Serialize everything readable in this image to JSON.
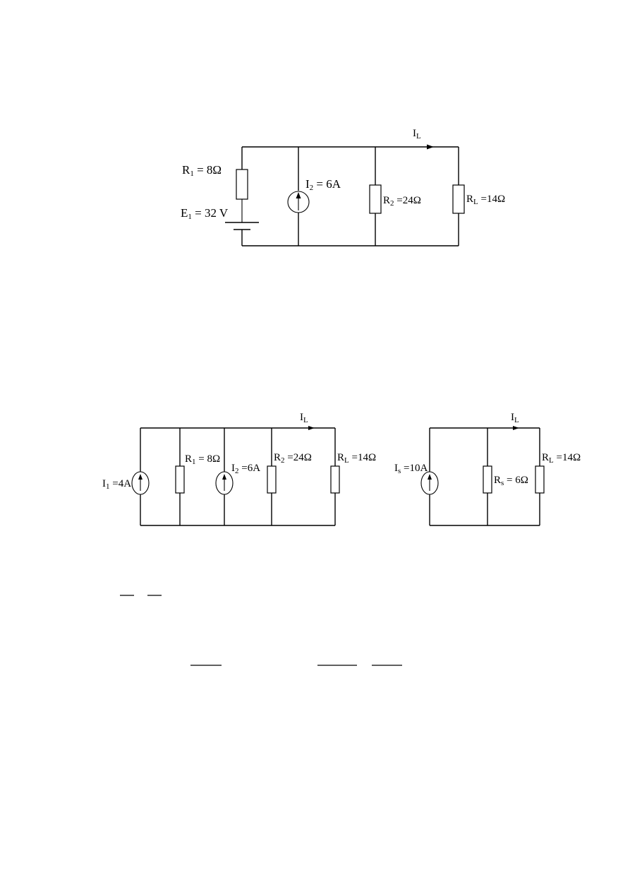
{
  "circuit1": {
    "current_label": {
      "main": "I",
      "sub": "L"
    },
    "r1": {
      "main": "R",
      "sub": "1",
      "rest": " = 8Ω"
    },
    "e1": {
      "main": "E",
      "sub": "1",
      "rest": " = 32 V"
    },
    "i2": {
      "main": "I",
      "sub": "2",
      "rest": " = 6A"
    },
    "r2": {
      "main": "R",
      "sub": "2",
      "rest": " =24Ω"
    },
    "rl": {
      "main": "R",
      "sub": "L",
      "rest": " =14Ω"
    }
  },
  "circuit2": {
    "current_label": {
      "main": "I",
      "sub": "L"
    },
    "i1": {
      "main": "I",
      "sub": "1",
      "rest": " =4A"
    },
    "r1": {
      "main": "R",
      "sub": "1",
      "rest": " = 8Ω"
    },
    "i2": {
      "main": "I",
      "sub": "2",
      "rest": " =6A"
    },
    "r2": {
      "main": "R",
      "sub": "2",
      "rest": " =24Ω"
    },
    "rl": {
      "main": "R",
      "sub": "L",
      "rest": " =14Ω"
    }
  },
  "circuit3": {
    "current_label": {
      "main": "I",
      "sub": "L"
    },
    "is": {
      "main": "I",
      "sub": "s",
      "rest": " =10A"
    },
    "rs": {
      "main": "R",
      "sub": "s",
      "rest": " = 6Ω"
    },
    "rl": {
      "main": "R",
      "sub": "L",
      "rest": " =14Ω"
    }
  }
}
